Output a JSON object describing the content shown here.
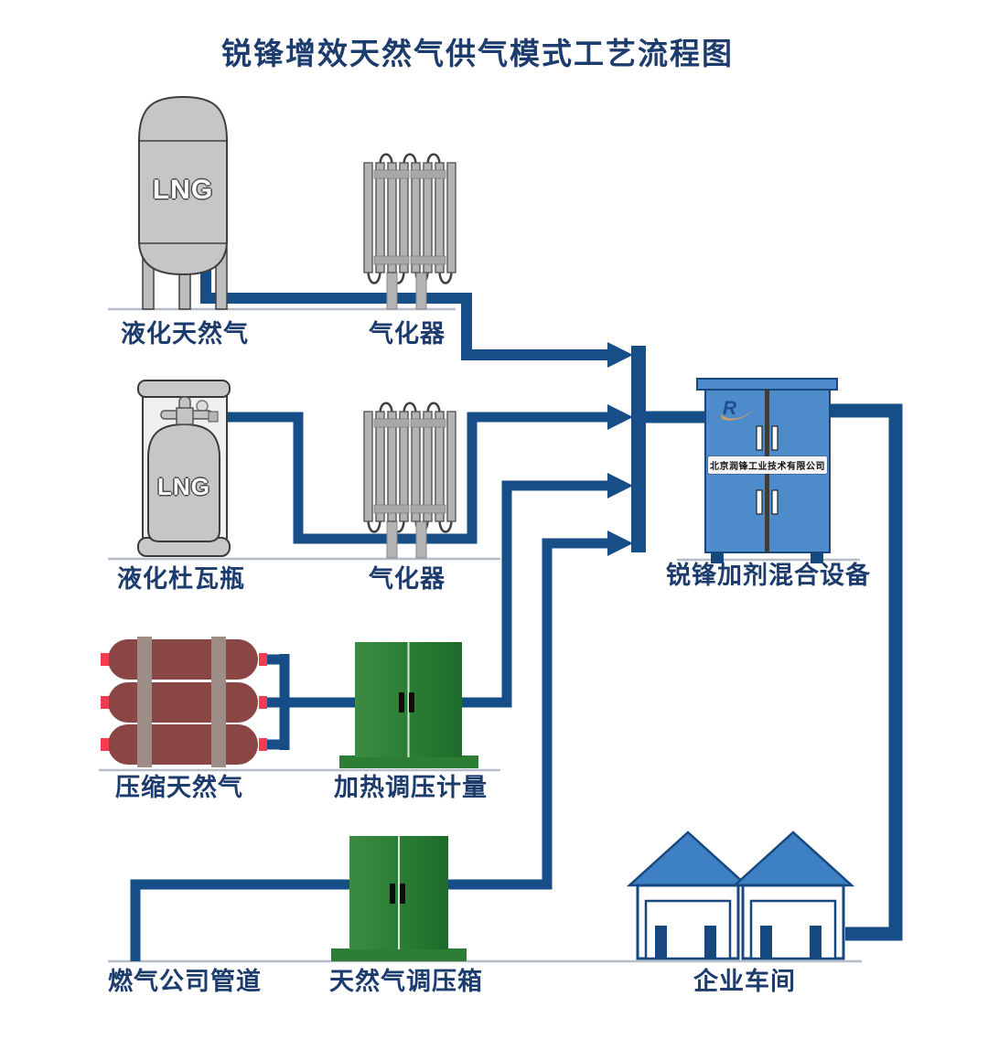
{
  "title": "锐锋增效天然气供气模式工艺流程图",
  "colors": {
    "pipe_navy": "#174e88",
    "label_text": "#1d3c6e",
    "tank_gray": "#c6c6c6",
    "cylinder_red": "#8a4545",
    "cylinder_cap_red": "#f53b50",
    "cabinet_green": "#2a7c33",
    "cabinet_blue": "#4e8bcb",
    "roof_blue": "#3d80c4"
  },
  "equipment": {
    "lng_tank": {
      "label": "液化天然气",
      "tag": "LNG"
    },
    "vaporizer1": {
      "label": "气化器"
    },
    "dewar": {
      "label": "液化杜瓦瓶",
      "tag": "LNG"
    },
    "vaporizer2": {
      "label": "气化器"
    },
    "cng_cylinders": {
      "label": "压缩天然气"
    },
    "heating_cabinet": {
      "label": "加热调压计量"
    },
    "city_pipeline": {
      "label": "燃气公司管道"
    },
    "regulator_cabinet": {
      "label": "天然气调压箱"
    },
    "mixer_cabinet": {
      "label": "锐锋加剂混合设备",
      "company": "北京润锋工业技术有限公司",
      "logo": "R"
    },
    "workshop": {
      "label": "企业车间"
    }
  }
}
